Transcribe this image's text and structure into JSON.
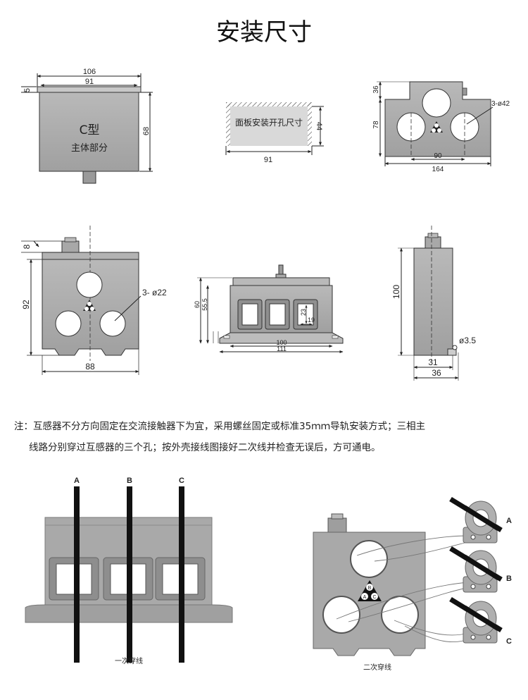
{
  "title": "安装尺寸",
  "fig1": {
    "width_outer": "106",
    "width_inner": "91",
    "top_lip": "5",
    "height": "68",
    "type_label": "C型",
    "part_label": "主体部分"
  },
  "fig2": {
    "label": "面板安装开孔尺寸",
    "height": "44",
    "width": "91"
  },
  "fig3": {
    "top_h": "36",
    "body_h": "78",
    "hole_label": "3-ø42",
    "hole_spacing": "90",
    "width": "164"
  },
  "fig4": {
    "tab_h": "8",
    "height": "92",
    "hole_label": "3- ø22",
    "width": "88"
  },
  "fig5": {
    "h_outer": "60",
    "h_inner": "55.5",
    "win_h": "23",
    "win_w": "19",
    "width_rail": "100",
    "width_base": "111"
  },
  "fig6": {
    "height": "100",
    "hole_label": "ø3.5",
    "width_inner": "31",
    "width_outer": "36"
  },
  "note": {
    "line1": "注：互感器不分方向固定在交流接触器下为宜，采用螺丝固定或标准35ｍｍ导轨安装方式；三相主",
    "line2": "线路分别穿过互感器的三个孔；按外壳接线图接好二次线并检查无误后，方可通电。"
  },
  "wiring1": {
    "phases": [
      "A",
      "B",
      "C"
    ],
    "caption": "一次穿线"
  },
  "wiring2": {
    "caption": "二次穿线",
    "center_labels": [
      "B",
      "A",
      "C"
    ],
    "ct_labels": [
      "A",
      "B",
      "C"
    ]
  },
  "colors": {
    "body": "#a9a9a9",
    "body_dark": "#8e8e8e",
    "body_light": "#bdbdbd",
    "line": "#222222"
  }
}
